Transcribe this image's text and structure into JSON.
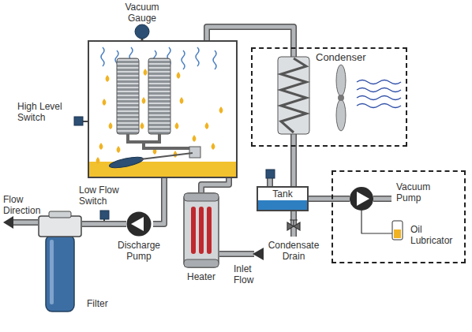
{
  "diagram": {
    "nodes": [
      {
        "text": [
          "Condenser"
        ]
      },
      {
        "text": [
          "Tank"
        ]
      },
      {
        "text": [
          "Vacuum Pump",
          "Oil Lubricator"
        ]
      },
      {
        "text": [
          "Heater"
        ]
      },
      {
        "text": [
          "Discharge Pump"
        ]
      },
      {
        "text": [
          "Filter"
        ]
      }
    ],
    "edges": [
      {
        "from": 0,
        "to": 1,
        "arrow": "none"
      },
      {
        "from": 1,
        "to": 2,
        "arrow": "none"
      },
      {
        "from": 4,
        "to": 5,
        "arrow": "none"
      }
    ],
    "labels": [
      "Vacuum Gauge",
      "High Level Switch",
      "Low Flow Switch",
      "Flow Direction",
      "Inlet Flow",
      "Condensate Drain"
    ]
  }
}
